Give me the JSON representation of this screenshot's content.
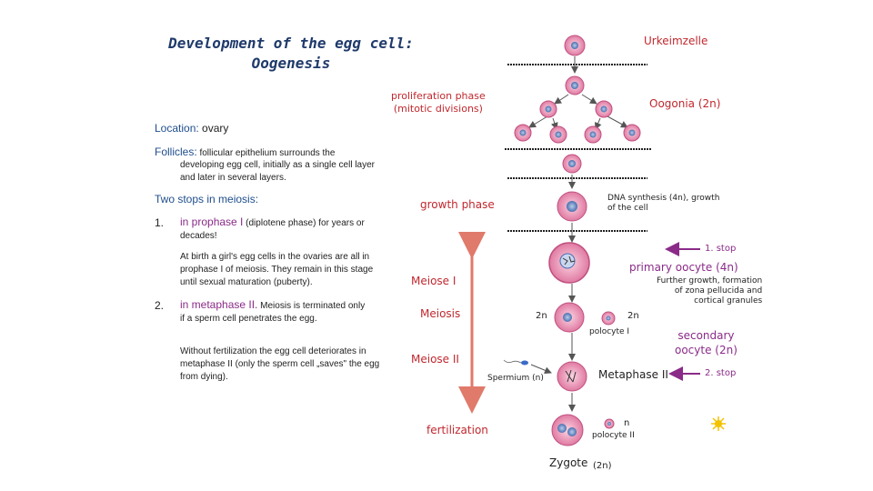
{
  "title_line1": "Development of the egg cell:",
  "title_line2": "Oogenesis",
  "location": {
    "label": "Location:",
    "value": " ovary"
  },
  "follicles": {
    "label": "Follicles:",
    "line1": " follicular epithelium surrounds the",
    "rest": "developing egg cell, initially as a single cell layer and later in several layers."
  },
  "two_stops": "Two stops in meiosis:",
  "item1": {
    "num": "1.",
    "head": "in prophase I",
    "rest1": " (diplotene phase) for years or",
    "rest2": "decades!"
  },
  "birth_text": "At birth a girl's egg cells in the ovaries are all in prophase I of meiosis. They remain in this stage until sexual maturation (puberty).",
  "item2": {
    "num": "2.",
    "head": "in metaphase II.",
    "rest1": " Meiosis is terminated only",
    "rest2": "if a sperm cell penetrates the egg."
  },
  "without_text": "Without fertilization the egg cell deteriorates in metaphase II (only the sperm cell „saves\" the egg from dying).",
  "diagram": {
    "urkeimzelle": "Urkeimzelle",
    "proliferation1": "proliferation phase",
    "proliferation2": "(mitotic divisions)",
    "oogonia": "Oogonia (2n)",
    "growth_phase": "growth phase",
    "dna_synth1": "DNA synthesis (4n), growth",
    "dna_synth2": "of the cell",
    "stop1": "1. stop",
    "primary": "primary oocyte (4n)",
    "further1": "Further growth, formation",
    "further2": "of zona pellucida and",
    "further3": "cortical granules",
    "meiose1": "Meiose I",
    "meiosis": "Meiosis",
    "two_n_a": "2n",
    "two_n_b": "2n",
    "polocyte1": "polocyte I",
    "secondary1": "secondary",
    "secondary2": "oocyte (2n)",
    "meiose2": "Meiose II",
    "spermium": "Spermium (n)",
    "metaphase2": "Metaphase II",
    "stop2": "2. stop",
    "fertilization": "fertilization",
    "n": "n",
    "polocyte2": "polocyte II",
    "zygote": "Zygote",
    "zygote_2n": "(2n)"
  },
  "colors": {
    "title": "#1f3a6b",
    "red": "#c0282e",
    "purple": "#8a2b88",
    "cell": "#e58fb1",
    "nucleus": "#4a6fb0",
    "arrow": "#e07a6a"
  }
}
